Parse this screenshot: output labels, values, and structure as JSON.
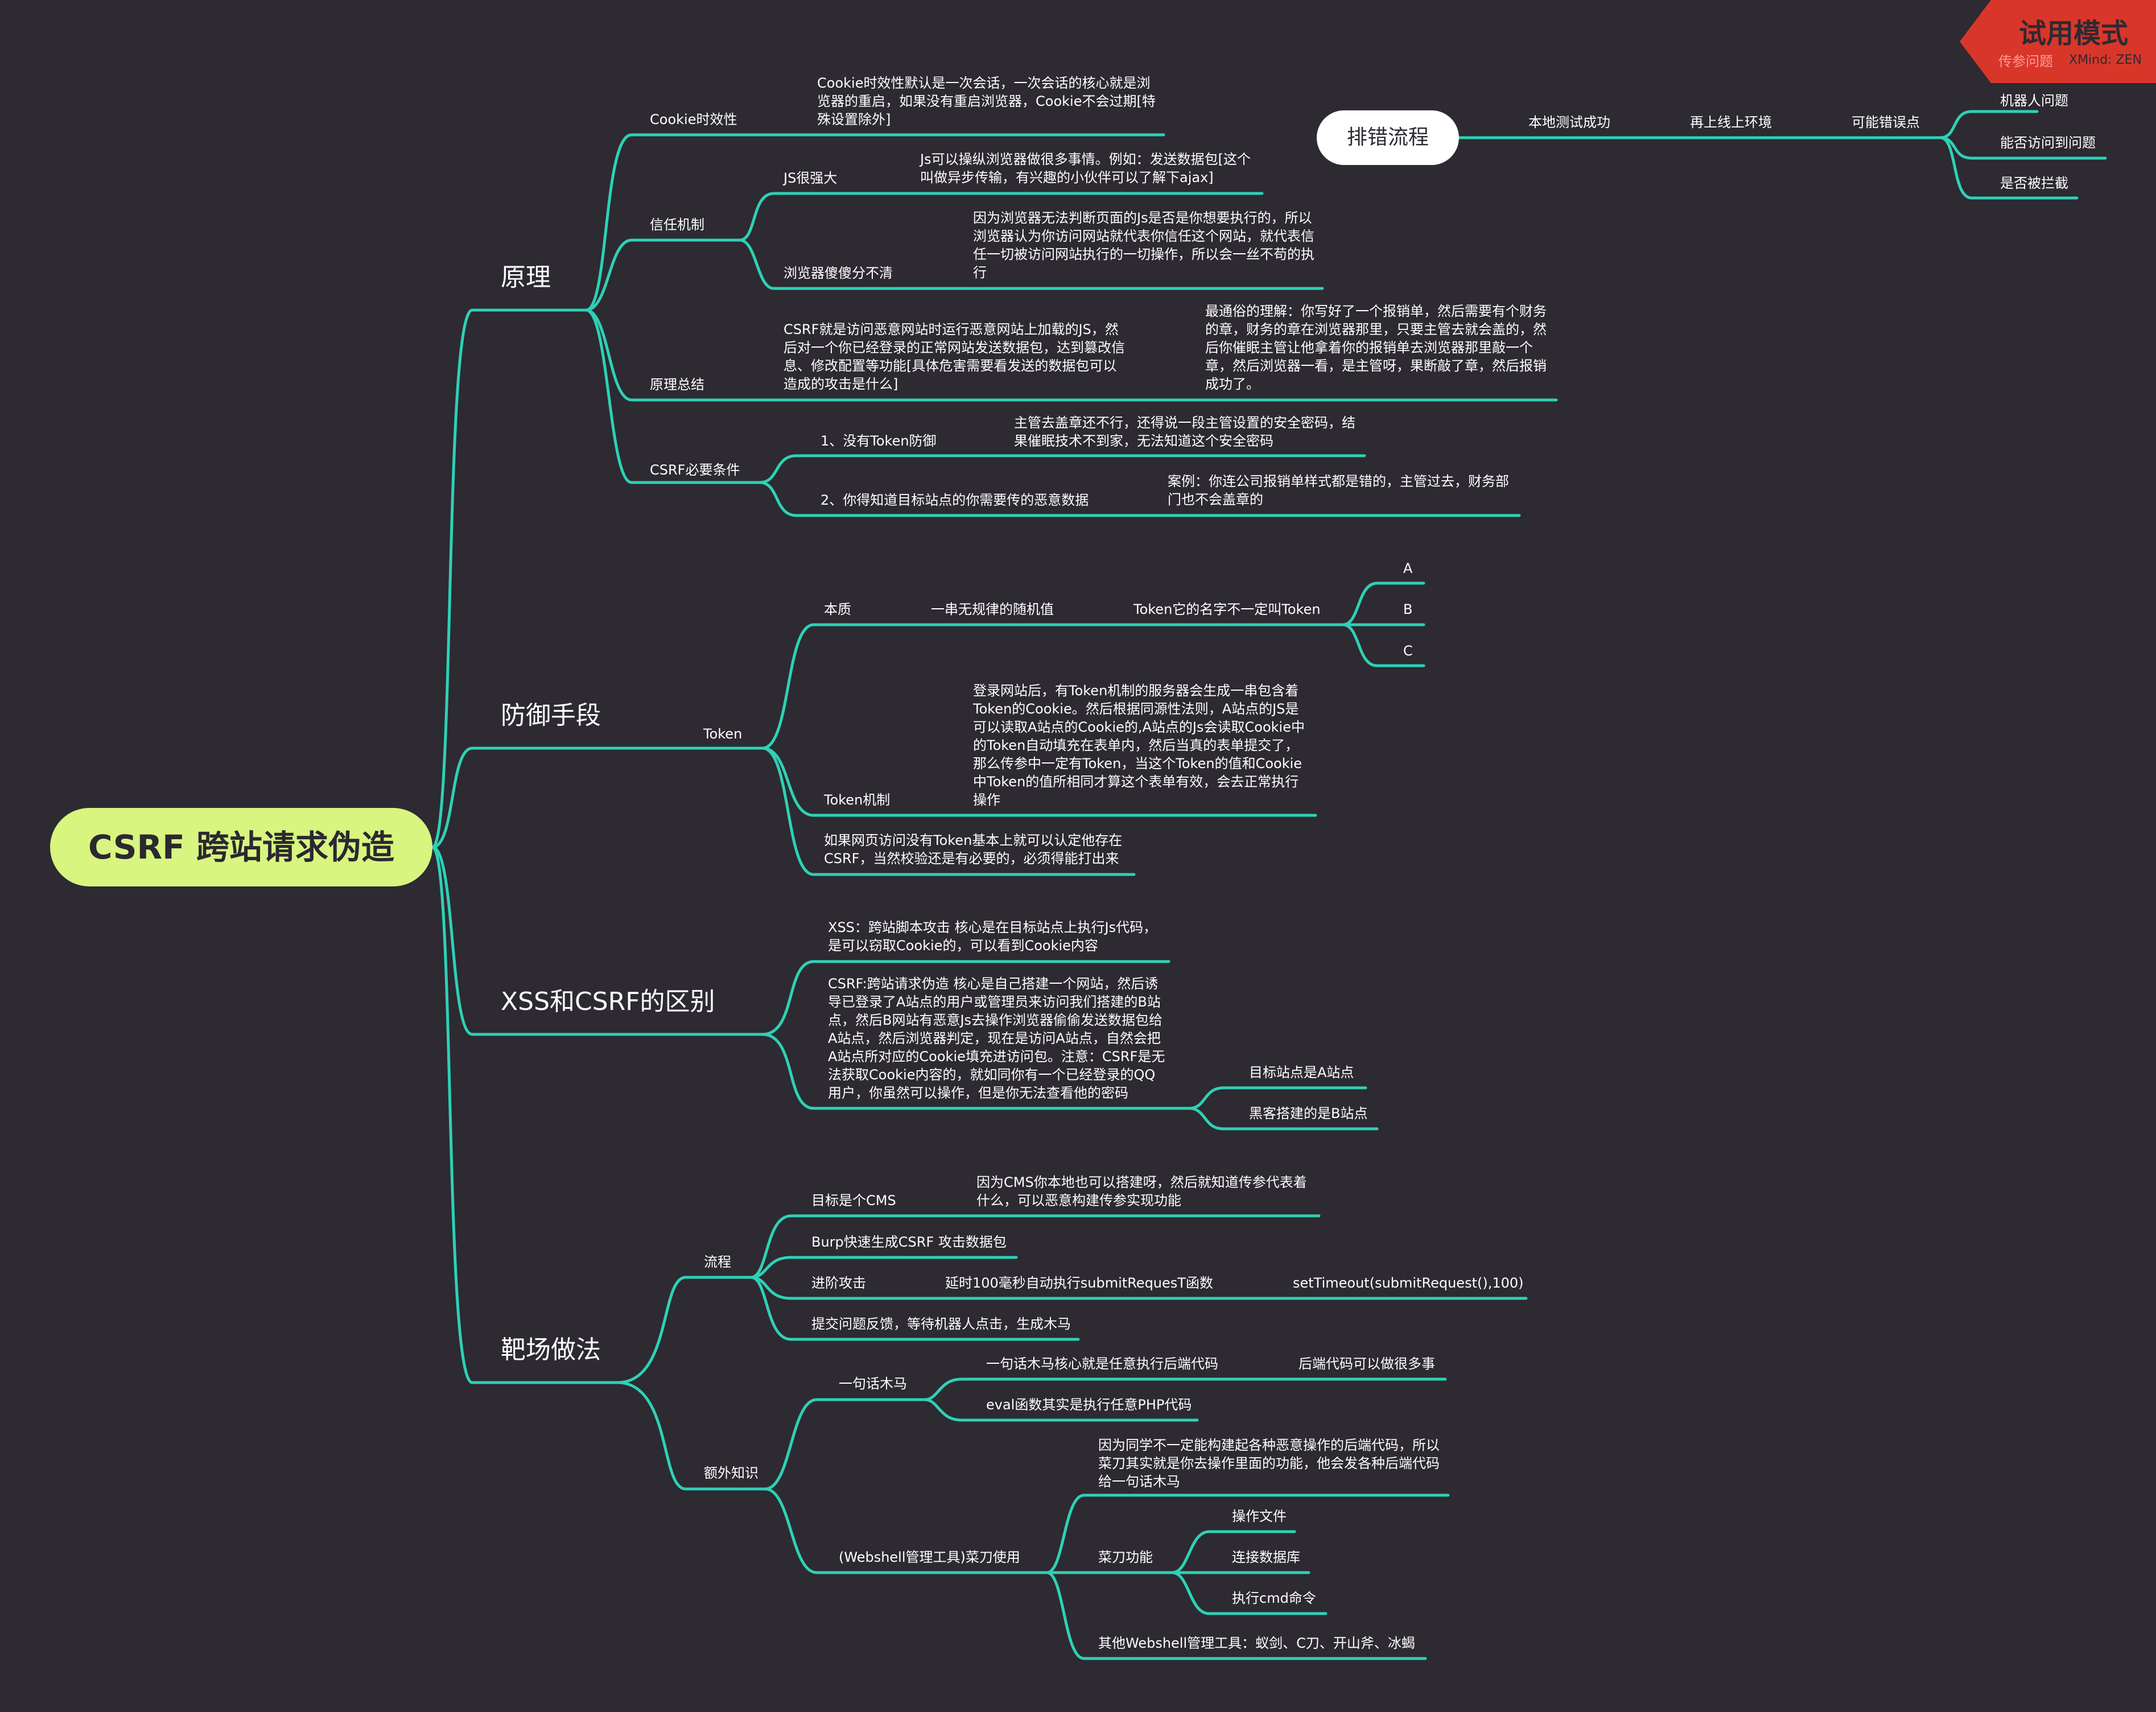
{
  "colors": {
    "background": "#2d2a31",
    "branch": "#2ed1b6",
    "root_fill": "#d7f57f",
    "text": "#ffffff",
    "badge": "#d9362a"
  },
  "root": {
    "label": "CSRF 跨站请求伪造"
  },
  "watermark": {
    "title": "试用模式",
    "brand": "XMind: ZEN",
    "faint": "传参问题"
  },
  "flow": {
    "pill": "排错流程",
    "steps": [
      "本地测试成功",
      "再上线上环境",
      "可能错误点"
    ],
    "points": [
      "机器人问题",
      "能否访问到问题",
      "是否被拦截"
    ]
  },
  "yuanli": {
    "title": "原理",
    "cookie": {
      "label": "Cookie时效性",
      "detail": "Cookie时效性默认是一次会话，一次会话的核心就是浏\n览器的重启，如果没有重启浏览器，Cookie不会过期[特\n殊设置除外]"
    },
    "trust": {
      "label": "信任机制",
      "js": {
        "label": "JS很强大",
        "detail": "Js可以操纵浏览器做很多事情。例如：发送数据包[这个\n叫做异步传输，有兴趣的小伙伴可以了解下ajax]"
      },
      "dumb": {
        "label": "浏览器傻傻分不清",
        "detail": "因为浏览器无法判断页面的Js是否是你想要执行的，所以\n浏览器认为你访问网站就代表你信任这个网站，就代表信\n任一切被访问网站执行的一切操作，所以会一丝不苟的执\n行"
      }
    },
    "summary": {
      "label": "原理总结",
      "detail": "CSRF就是访问恶意网站时运行恶意网站上加载的JS，然\n后对一个你已经登录的正常网站发送数据包，达到篡改信\n息、修改配置等功能[具体危害需要看发送的数据包可以\n造成的攻击是什么]",
      "analogy": "最通俗的理解：你写好了一个报销单，然后需要有个财务\n的章，财务的章在浏览器那里，只要主管去就会盖的，然\n后你催眠主管让他拿着你的报销单去浏览器那里敲一个\n章，然后浏览器一看，是主管呀，果断敲了章，然后报销\n成功了。"
    },
    "conditions": {
      "label": "CSRF必要条件",
      "c1": {
        "label": "1、没有Token防御",
        "detail": "主管去盖章还不行，还得说一段主管设置的安全密码，结\n果催眠技术不到家，无法知道这个安全密码"
      },
      "c2": {
        "label": "2、你得知道目标站点的你需要传的恶意数据",
        "detail": "案例：你连公司报销单样式都是错的，主管过去，财务部\n门也不会盖章的"
      }
    }
  },
  "defense": {
    "title": "防御手段",
    "token": {
      "label": "Token",
      "essence": {
        "label": "本质",
        "value": "一串无规律的随机值",
        "name": "Token它的名字不一定叫Token",
        "items": [
          "A",
          "B",
          "C"
        ]
      },
      "mechanism": {
        "label": "Token机制",
        "detail": "登录网站后，有Token机制的服务器会生成一串包含着\nToken的Cookie。然后根据同源性法则，A站点的JS是\n可以读取A站点的Cookie的,A站点的Js会读取Cookie中\n的Token自动填充在表单内，然后当真的表单提交了，\n那么传参中一定有Token，当这个Token的值和Cookie\n中Token的值所相同才算这个表单有效，会去正常执行\n操作"
      },
      "note": "如果网页访问没有Token基本上就可以认定他存在\nCSRF，当然校验还是有必要的，必须得能打出来"
    }
  },
  "xss": {
    "title": "XSS和CSRF的区别",
    "xss_detail": "XSS：跨站脚本攻击 核心是在目标站点上执行Js代码，\n是可以窃取Cookie的，可以看到Cookie内容",
    "csrf_detail": "CSRF:跨站请求伪造 核心是自己搭建一个网站，然后诱\n导已登录了A站点的用户或管理员来访问我们搭建的B站\n点，然后B网站有恶意Js去操作浏览器偷偷发送数据包给\nA站点，然后浏览器判定，现在是访问A站点，自然会把\nA站点所对应的Cookie填充进访问包。注意：CSRF是无\n法获取Cookie内容的，就如同你有一个已经登录的QQ\n用户，你虽然可以操作，但是你无法查看他的密码",
    "targets": [
      "目标站点是A站点",
      "黑客搭建的是B站点"
    ]
  },
  "range": {
    "title": "靶场做法",
    "flow": {
      "label": "流程",
      "cms": {
        "label": "目标是个CMS",
        "detail": "因为CMS你本地也可以搭建呀，然后就知道传参代表着\n什么，可以恶意构建传参实现功能"
      },
      "burp": "Burp快速生成CSRF 攻击数据包",
      "advanced": {
        "label": "进阶攻击",
        "delay": "延时100毫秒自动执行submitRequesT函数",
        "code": "setTimeout(submitRequest(),100)"
      },
      "submit": "提交问题反馈，等待机器人点击，生成木马"
    },
    "extra": {
      "label": "额外知识",
      "trojan": {
        "label": "一句话木马",
        "core": "一句话木马核心就是任意执行后端代码",
        "more": "后端代码可以做很多事",
        "eval": "eval函数其实是执行任意PHP代码"
      },
      "knife": {
        "label": "(Webshell管理工具)菜刀使用",
        "intro": "因为同学不一定能构建起各种恶意操作的后端代码，所以\n菜刀其实就是你去操作里面的功能，他会发各种后端代码\n给一句话木马",
        "functions": {
          "label": "菜刀功能",
          "items": [
            "操作文件",
            "连接数据库",
            "执行cmd命令"
          ]
        },
        "others": "其他Webshell管理工具：蚁剑、C刀、开山斧、冰蝎"
      }
    }
  }
}
